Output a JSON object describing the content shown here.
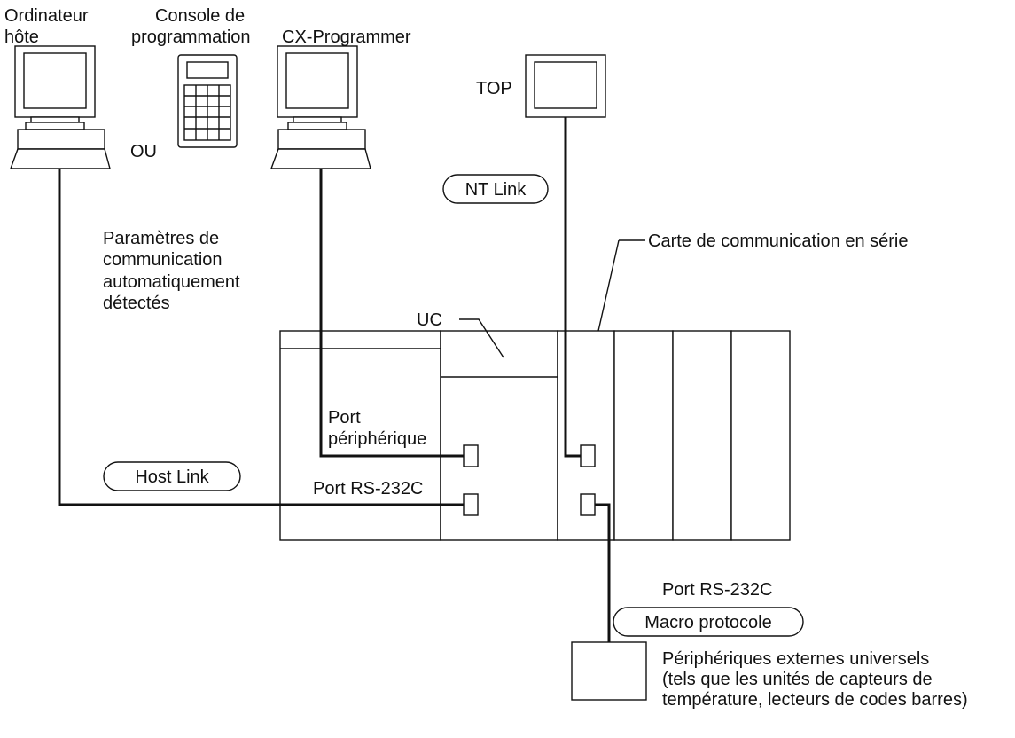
{
  "labels": {
    "host_computer": [
      "Ordinateur",
      "hôte"
    ],
    "programming_console": [
      "Console de",
      "programmation"
    ],
    "or": "OU",
    "cx_programmer": "CX-Programmer",
    "top": "TOP",
    "nt_link": "NT Link",
    "auto_params": [
      "Paramètres de",
      "communication",
      "automatiquement",
      "détectés"
    ],
    "serial_board": "Carte de communication en série",
    "cpu": "UC",
    "peripheral_port": [
      "Port",
      "périphérique"
    ],
    "host_link": "Host Link",
    "rs232c_cpu": "Port RS-232C",
    "rs232c_board": "Port RS-232C",
    "macro_protocol": "Macro protocole",
    "external_devices": [
      "Périphériques externes universels",
      "(tels que les unités de capteurs de",
      "température, lecteurs de codes barres)"
    ]
  }
}
